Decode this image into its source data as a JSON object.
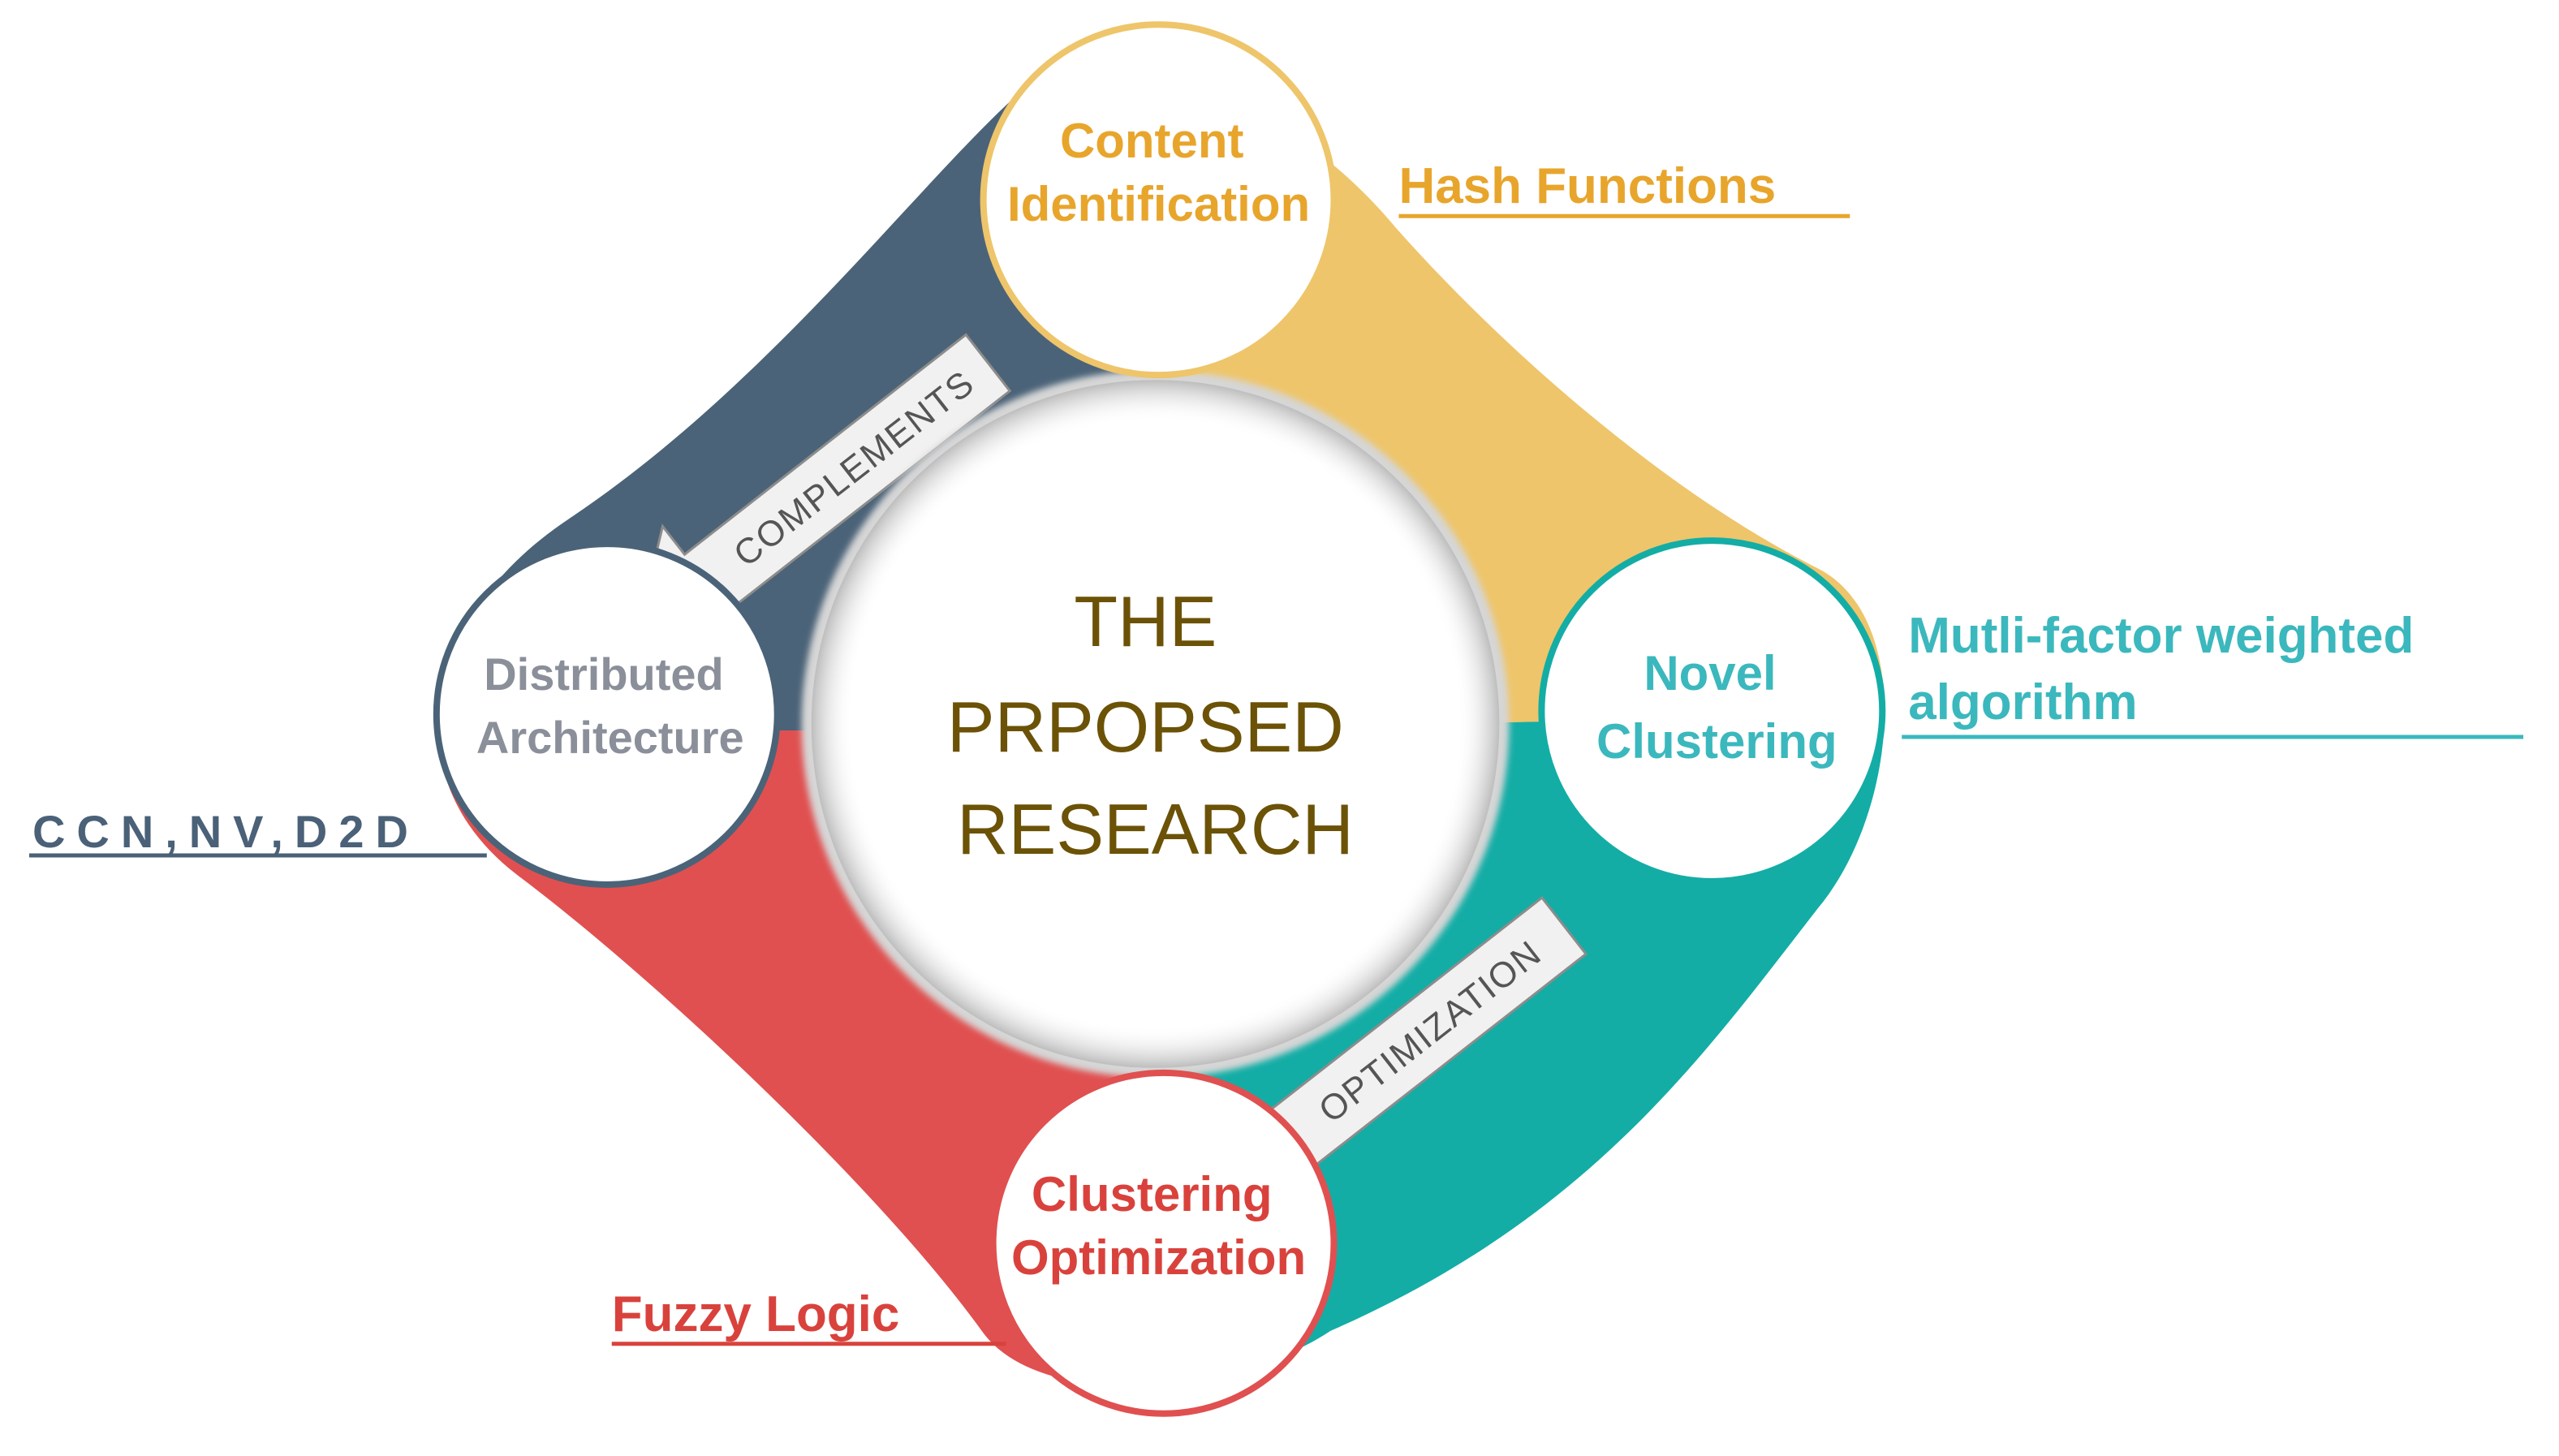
{
  "center": {
    "lines": [
      "THE",
      "PRPOPSED",
      "RESEARCH"
    ]
  },
  "nodes": {
    "top": {
      "lines": [
        "Content",
        "Identification"
      ],
      "color": "#E8A52C"
    },
    "right": {
      "lines": [
        "Novel",
        "Clustering"
      ],
      "color": "#3BB8BD"
    },
    "bottom": {
      "lines": [
        "Clustering",
        "Optimization"
      ],
      "color": "#D9423C"
    },
    "left": {
      "lines": [
        "Distributed",
        "Architecture"
      ],
      "color": "#8A8F9A"
    }
  },
  "side_labels": {
    "top": {
      "lines": [
        "Hash Functions"
      ],
      "color": "#E8A52C"
    },
    "right": {
      "lines": [
        "Mutli-factor weighted",
        "algorithm"
      ],
      "color": "#3BB8BD"
    },
    "bottom": {
      "lines": [
        "Fuzzy Logic"
      ],
      "color": "#D9423C"
    },
    "left": {
      "lines": [
        "CCN,NV,D2D"
      ],
      "color": "#4A6178"
    }
  },
  "arrows": {
    "top_left": {
      "label": "COMPLEMENTS"
    },
    "bottom_right": {
      "label": "OPTIMIZATION"
    }
  },
  "colors": {
    "quadrant_tl": "#4B6378",
    "quadrant_tr": "#EEC56A",
    "quadrant_br": "#13ADA6",
    "quadrant_bl": "#E05050",
    "center_text": "#6B5206",
    "arrow_fill": "#F1F1F1",
    "arrow_stroke": "#8C8C8C"
  }
}
